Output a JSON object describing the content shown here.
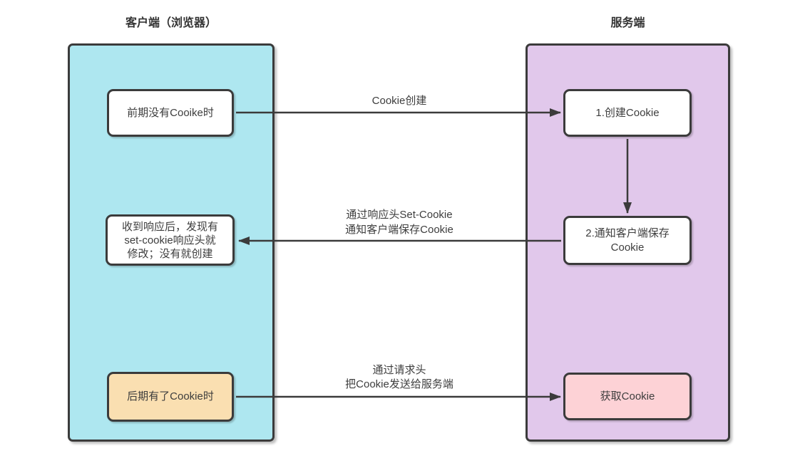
{
  "diagram": {
    "client_panel": {
      "title": "客户端（浏览器）",
      "boxes": {
        "no_cookie": {
          "lines": [
            "前期没有Cooike时"
          ]
        },
        "on_response": {
          "lines": [
            "收到响应后，发现有",
            "set-cookie响应头就",
            "修改；没有就创建"
          ]
        },
        "has_cookie": {
          "lines": [
            "后期有了Cookie时"
          ]
        }
      }
    },
    "server_panel": {
      "title": "服务端",
      "boxes": {
        "create_cookie": {
          "lines": [
            "1.创建Cookie"
          ]
        },
        "notify_client": {
          "lines": [
            "2.通知客户端保存",
            "Cookie"
          ]
        },
        "get_cookie": {
          "lines": [
            "获取Cookie"
          ]
        }
      }
    },
    "arrow_labels": {
      "create": {
        "lines": [
          "Cookie创建"
        ]
      },
      "set_cookie": {
        "lines": [
          "通过响应头Set-Cookie",
          "通知客户端保存Cookie"
        ]
      },
      "request": {
        "lines": [
          "通过请求头",
          "把Cookie发送给服务端"
        ]
      }
    },
    "colors": {
      "client_panel_bg": "#AEE7F0",
      "server_panel_bg": "#E1C8EB",
      "node_bg": "#FFFFFF",
      "has_cookie_bg": "#FADFB1",
      "get_cookie_bg": "#FDD2D6",
      "border": "#3B3B3B",
      "text": "#3D3D3D"
    }
  }
}
